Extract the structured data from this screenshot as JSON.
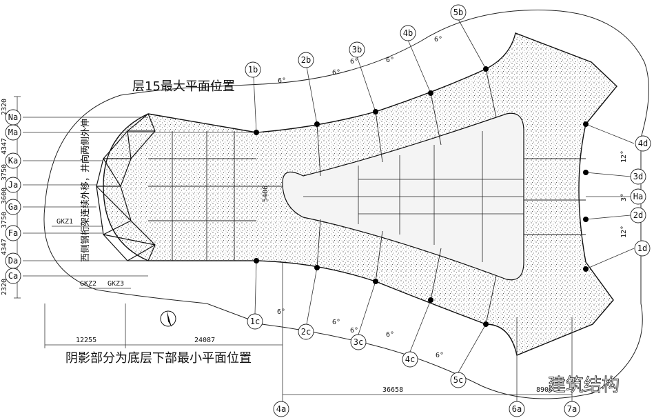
{
  "title_top": "层15最大平面位置",
  "title_bottom": "阴影部分为底层下部最小平面位置",
  "vertical_note": "西侧钢桁架连续外移，井向两侧外伸",
  "watermark": "建筑结构",
  "dim_x": [
    "12255",
    "24087",
    "36658",
    "8900"
  ],
  "dim_y_left": [
    "2320",
    "4347",
    "3750",
    "3600",
    "3750",
    "4347",
    "2320"
  ],
  "dim_core": "5406",
  "member_labels": [
    "GKZ1",
    "GKZ2",
    "GKZ3"
  ],
  "axes_left": [
    "Na",
    "Ma",
    "Ka",
    "Ja",
    "Ga",
    "Fa",
    "Da",
    "Ca"
  ],
  "axes_top": [
    "1b",
    "2b",
    "3b",
    "4b",
    "5b"
  ],
  "axes_bottom": [
    "1c",
    "2c",
    "3c",
    "4c",
    "5c"
  ],
  "axes_right": [
    "4d",
    "3d",
    "Ha",
    "2d",
    "1d"
  ],
  "axes_base": [
    "4a",
    "6a",
    "7a"
  ],
  "angle_labels": [
    "6°",
    "6°",
    "6°",
    "6°",
    "6°",
    "6°",
    "6°",
    "6°",
    "6°",
    "6°",
    "12°",
    "12°",
    "3°"
  ]
}
